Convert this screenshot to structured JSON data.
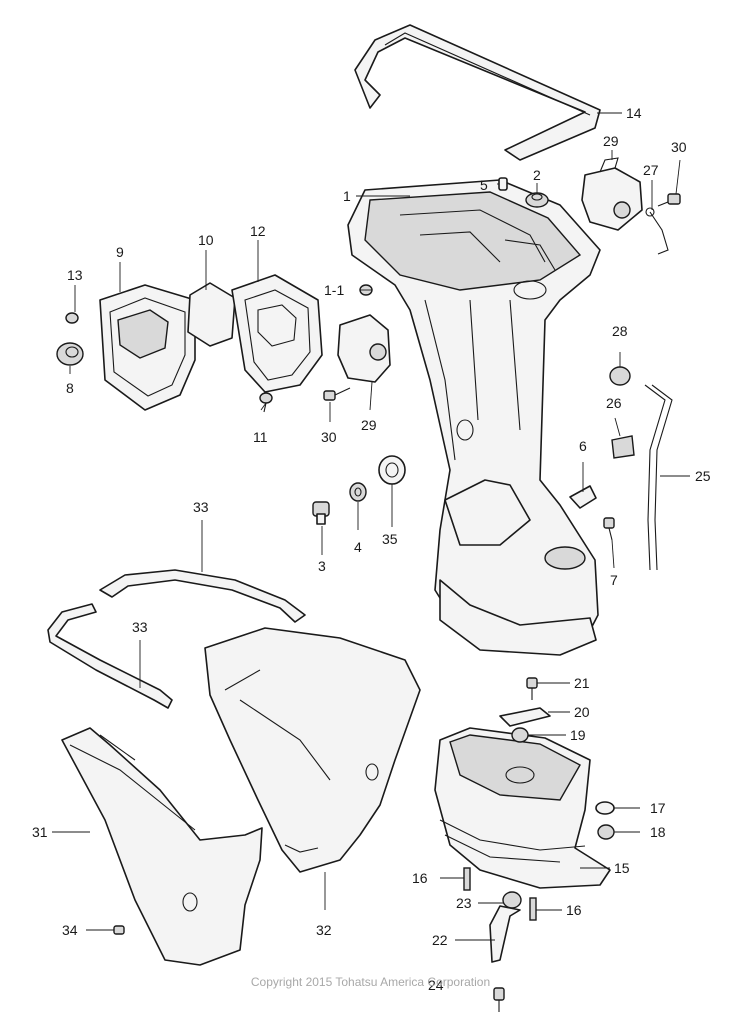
{
  "callouts": {
    "c1": "1",
    "c1_1": "1-1",
    "c2": "2",
    "c3": "3",
    "c4": "4",
    "c5": "5",
    "c6": "6",
    "c7": "7",
    "c8": "8",
    "c9": "9",
    "c10": "10",
    "c11": "11",
    "c12": "12",
    "c13": "13",
    "c14": "14",
    "c15": "15",
    "c16a": "16",
    "c16b": "16",
    "c17": "17",
    "c18": "18",
    "c19": "19",
    "c20": "20",
    "c21": "21",
    "c22": "22",
    "c23": "23",
    "c24": "24",
    "c25": "25",
    "c26": "26",
    "c27": "27",
    "c28": "28",
    "c29a": "29",
    "c29b": "29",
    "c30a": "30",
    "c30b": "30",
    "c31": "31",
    "c32": "32",
    "c33a": "33",
    "c33b": "33",
    "c34": "34",
    "c35": "35"
  },
  "footer": {
    "copyright": "Copyright 2015 Tohatsu America Corporation"
  }
}
